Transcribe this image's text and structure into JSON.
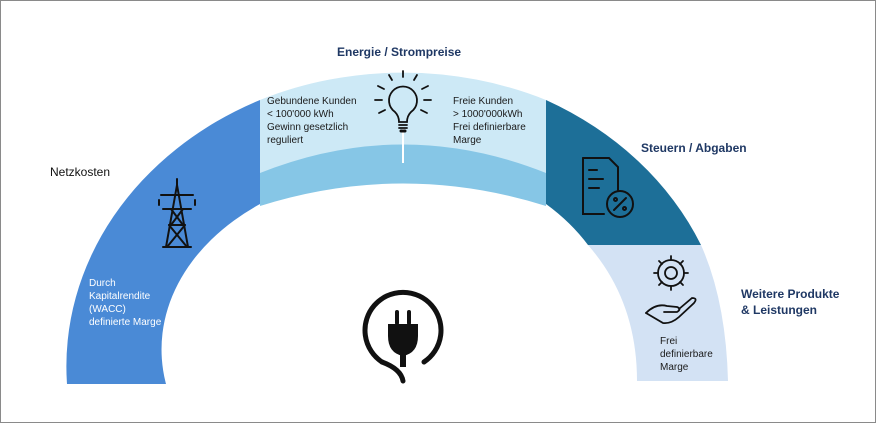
{
  "diagram": {
    "segments": [
      {
        "id": "netzkosten",
        "title": "Netzkosten",
        "icon": "power-tower-icon",
        "color": "#4a8ad6",
        "text_lines": [
          "Durch",
          "Kapitalrendite",
          "(WACC)",
          "definierte Marge"
        ]
      },
      {
        "id": "energie",
        "title": "Energie / Strompreise",
        "icon": "lightbulb-icon",
        "color": "#cde9f6",
        "inner_band_color": "#86c6e6",
        "left_lines": [
          "Gebundene Kunden",
          "< 100'000 kWh",
          "Gewinn gesetzlich",
          "reguliert"
        ],
        "right_lines": [
          "Freie Kunden",
          "> 1000'000kWh",
          "Frei definierbare",
          "Marge"
        ]
      },
      {
        "id": "steuern",
        "title": "Steuern / Abgaben",
        "icon": "tax-document-icon",
        "color": "#1d6f98"
      },
      {
        "id": "weitere",
        "title_lines": [
          "Weitere Produkte",
          "& Leistungen"
        ],
        "icon": "gear-hand-icon",
        "color": "#d3e2f4",
        "text_lines": [
          "Frei",
          "definierbare",
          "Marge"
        ]
      }
    ],
    "center_icon": "power-plug-icon",
    "title_color": "#1f3864"
  }
}
